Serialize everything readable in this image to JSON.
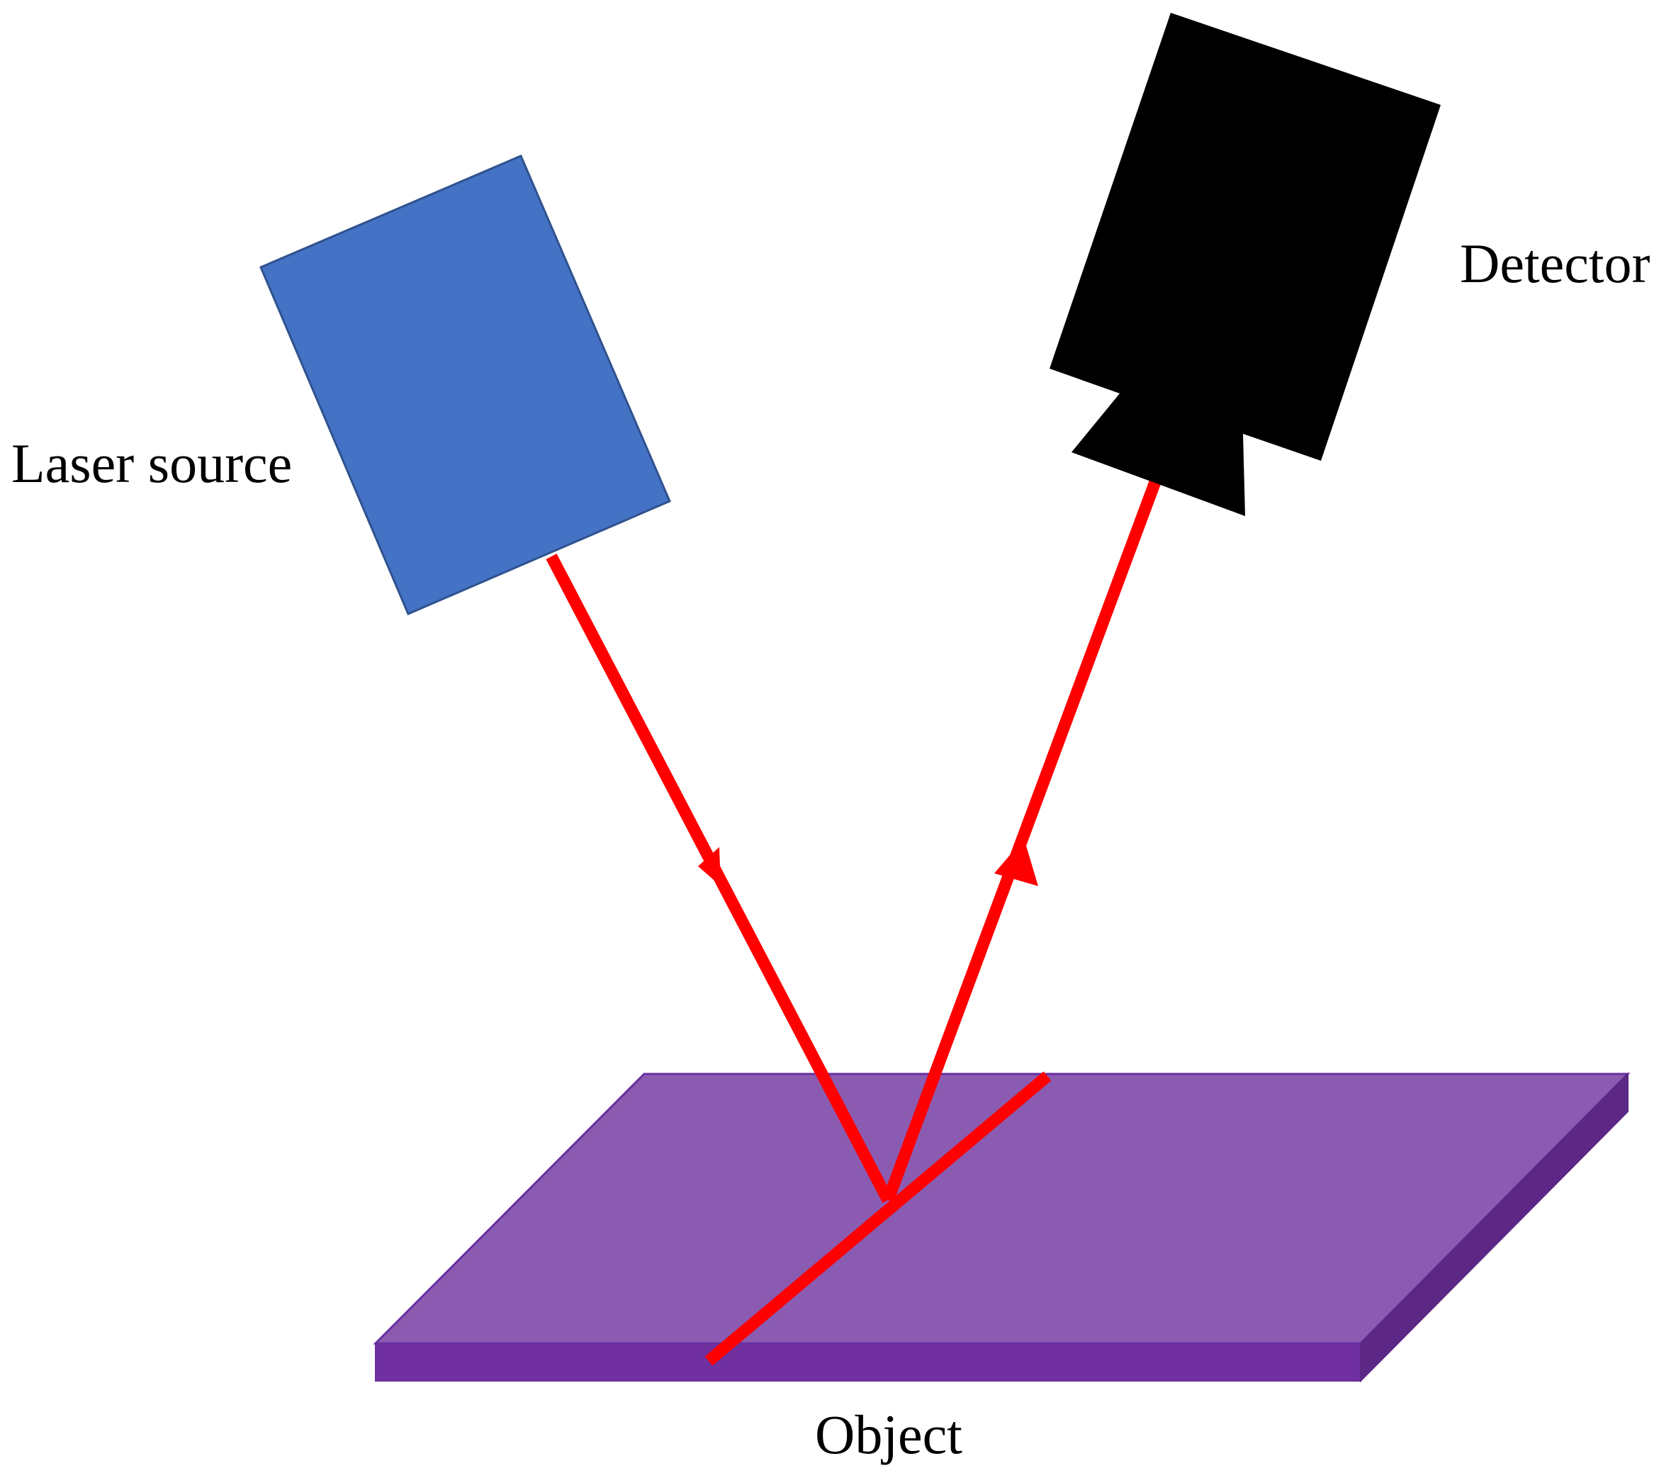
{
  "labels": {
    "laser_source": "Laser source",
    "detector": "Detector",
    "object": "Object"
  },
  "colors": {
    "laser_body": "#4472C4",
    "laser_body_stroke": "#2F528F",
    "detector_body": "#000000",
    "object_top": "#8B5BB1",
    "object_front": "#7030A0",
    "object_side": "#5C2785",
    "object_stroke": "#6A2FA0",
    "beam": "#FF0000",
    "text": "#000000"
  },
  "icons": {
    "laser": "laser-source-icon",
    "detector": "detector-icon",
    "object": "object-plate-icon"
  }
}
